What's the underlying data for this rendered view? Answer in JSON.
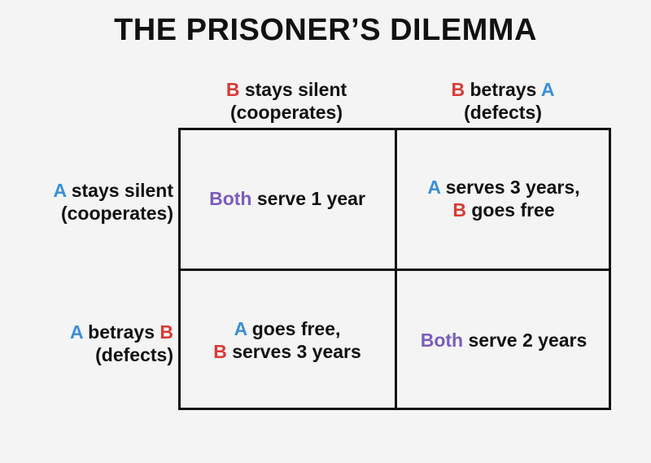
{
  "title": "THE PRISONER’S DILEMMA",
  "colors": {
    "a_blue": "#3a8fd9",
    "b_red": "#d93a35",
    "both_purple": "#7b5cbf",
    "text": "#111111",
    "background": "#f4f4f4"
  },
  "columns": {
    "c1": {
      "b": "B",
      "line1_rest": " stays silent",
      "line2": "(cooperates)"
    },
    "c2": {
      "b": "B",
      "line1_mid": " betrays ",
      "a": "A",
      "line2": "(defects)"
    }
  },
  "rows": {
    "r1": {
      "a": "A",
      "line1_rest": " stays silent",
      "line2": "(cooperates)"
    },
    "r2": {
      "a": "A",
      "line1_mid": " betrays ",
      "b": "B",
      "line2": "(defects)"
    }
  },
  "cells": {
    "silent_silent": {
      "both": "Both",
      "rest": " serve 1 year"
    },
    "silent_betray": {
      "a": "A",
      "line1_rest": " serves 3 years,",
      "b": "B",
      "line2_rest": " goes free"
    },
    "betray_silent": {
      "a": "A",
      "line1_rest": " goes free,",
      "b": "B",
      "line2_rest": " serves 3 years"
    },
    "betray_betray": {
      "both": "Both",
      "rest": " serve 2 years"
    }
  }
}
